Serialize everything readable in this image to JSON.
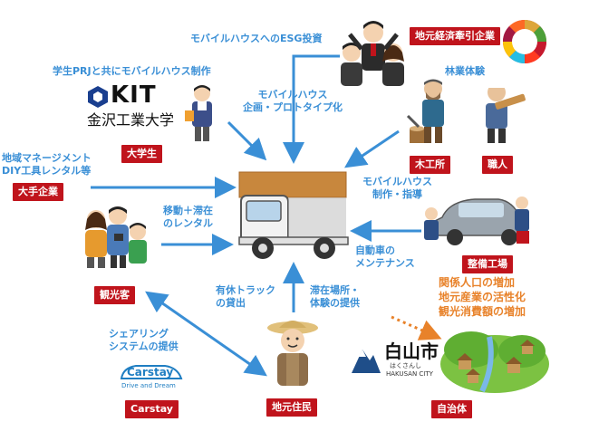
{
  "labels": {
    "esg_investment": "モバイルハウスへのESG投資",
    "student_prj": "学生PRJと共にモバイルハウス制作",
    "kit_logo": "KIT",
    "kit_name": "金沢工業大学",
    "planning_line1": "モバイルハウス",
    "planning_line2": "企画・プロトタイプ化",
    "forestry": "林業体験",
    "area_mgmt_line1": "地域マネージメント",
    "area_mgmt_line2": "DIY工具レンタル等",
    "mobile_build_line1": "モバイルハウス",
    "mobile_build_line2": "制作・指導",
    "rental_line1": "移動＋滞在",
    "rental_line2": "のレンタル",
    "maintenance_line1": "自動車の",
    "maintenance_line2": "メンテナンス",
    "idle_truck_line1": "有休トラック",
    "idle_truck_line2": "の貸出",
    "stay_line1": "滞在場所・",
    "stay_line2": "体験の提供",
    "effect_line1": "関係人口の増加",
    "effect_line2": "地元産業の活性化",
    "effect_line3": "観光消費額の増加",
    "sharing_line1": "シェアリング",
    "sharing_line2": "システムの提供",
    "carstay_logo": "Carstay",
    "carstay_tagline": "Drive and Dream",
    "hakusan_logo": "白山市",
    "hakusan_kana": "はくさんし",
    "hakusan_en": "HAKUSAN CITY"
  },
  "tags": {
    "local_companies": "地元経済牽引企業",
    "student": "大学生",
    "big_company": "大手企業",
    "lumber": "木工所",
    "craftsman": "職人",
    "garage": "整備工場",
    "tourist": "観光客",
    "carstay": "Carstay",
    "residents": "地元住民",
    "municipality": "自治体"
  },
  "colors": {
    "arrow_blue": "#3a8fd6",
    "label_blue": "#3a8fd6",
    "tag_red": "#c0141c",
    "effect_orange": "#e8822a"
  }
}
